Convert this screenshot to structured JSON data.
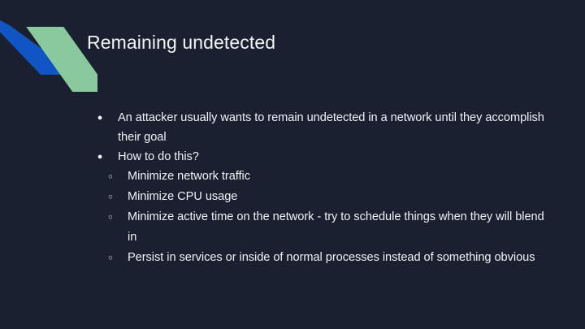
{
  "slide": {
    "background_color": "#1b2030",
    "text_color": "#f0f2f5",
    "title": "Remaining undetected",
    "decor": {
      "name": "corner-parallelogram-motif",
      "blue_color": "#1155c4",
      "green_color": "#8ac99e"
    },
    "markers": {
      "level1": "●",
      "level2": "○"
    },
    "bullets": [
      {
        "level": 1,
        "text": "An attacker usually wants to remain undetected in a network until they accomplish their goal"
      },
      {
        "level": 1,
        "text": "How to do this?"
      },
      {
        "level": 2,
        "text": "Minimize network traffic"
      },
      {
        "level": 2,
        "text": "Minimize CPU usage"
      },
      {
        "level": 2,
        "text": "Minimize active time on the network - try to schedule things when they will blend in"
      },
      {
        "level": 2,
        "text": "Persist in services or inside of normal processes instead of something obvious"
      }
    ]
  }
}
